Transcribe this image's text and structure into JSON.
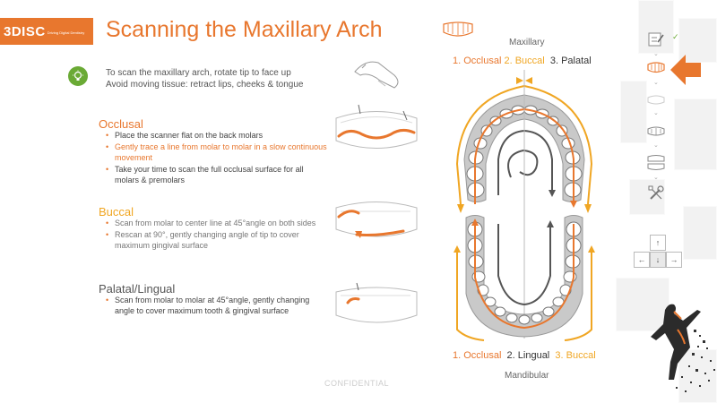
{
  "logo": {
    "text": "3DISC",
    "tagline": "Driving Digital Dentistry"
  },
  "title": "Scanning the Maxillary Arch",
  "tip": {
    "line1": "To scan the maxillary arch, rotate tip to face up",
    "line2": "Avoid moving tissue: retract lips, cheeks & tongue"
  },
  "sections": {
    "occlusal": {
      "heading": "Occlusal",
      "bullet1": "Place the scanner flat on the back molars",
      "bullet2": "Gently trace a line from molar to molar in a slow continuous movement",
      "bullet3": "Take your time to scan the full occlusal surface for all molars & premolars"
    },
    "buccal": {
      "heading": "Buccal",
      "bullet1": "Scan from molar to center line at 45°angle on both sides",
      "bullet2": "Rescan at 90°, gently changing angle of tip to cover maximum gingival surface"
    },
    "palatal": {
      "heading": "Palatal/Lingual",
      "bullet1": "Scan from molar to molar at 45°angle, gently changing angle to cover maximum tooth & gingival surface"
    }
  },
  "footer": {
    "confidential": "CONFIDENTIAL"
  },
  "diagram": {
    "maxillary_label": "Maxillary",
    "mandibular_label": "Mandibular",
    "top_steps": {
      "s1": "1. Occlusal",
      "s2": "2. Buccal",
      "s3": "3. Palatal"
    },
    "bottom_steps": {
      "s1": "1. Occlusal",
      "s2": "2. Lingual",
      "s3": "3. Buccal"
    }
  },
  "sidebar": {
    "icons": [
      "clipboard-edit-icon",
      "upper-jaw-icon",
      "upper-jaw-gray-icon",
      "lower-jaw-icon",
      "bite-icon",
      "tools-icon"
    ],
    "completed_check": "✓",
    "arrows": {
      "up": "↑",
      "down": "↓",
      "left": "←",
      "right": "→"
    }
  },
  "colors": {
    "accent": "#e8772e",
    "buccal": "#f0a623",
    "tip_green": "#6aaa35",
    "arrow_gray": "#555555"
  }
}
